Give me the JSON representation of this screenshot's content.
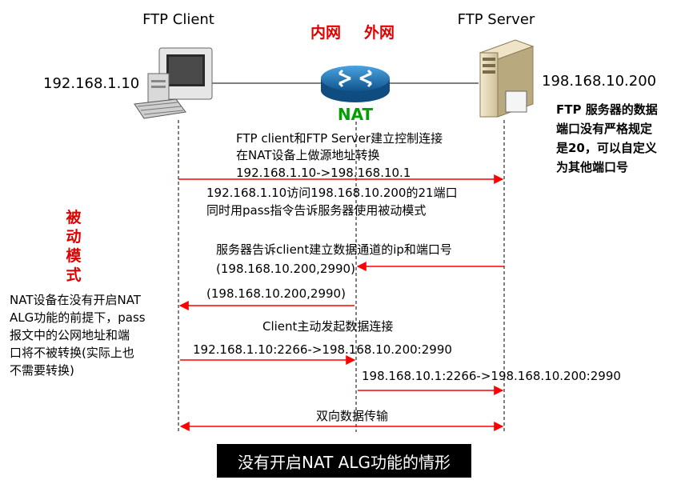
{
  "client": {
    "title": "FTP Client",
    "ip": "192.168.1.10"
  },
  "server": {
    "title": "FTP Server",
    "ip": "198.168.10.200",
    "note": [
      "FTP 服务器的数据",
      "端口没有严格规定",
      "是20，可以自定义",
      "为其他端口号"
    ]
  },
  "nat": {
    "inner_label": "内网",
    "outer_label": "外网",
    "label": "NAT"
  },
  "mode_label": [
    "被",
    "动",
    "模",
    "式"
  ],
  "nat_note": [
    "NAT设备在没有开启NAT",
    "ALG功能的前提下，pass",
    "报文中的公网地址和端",
    "口将不被转换(实际上也",
    "不需要转换)"
  ],
  "steps": {
    "control_conn": [
      "FTP client和FTP Server建立控制连接",
      "在NAT设备上做源地址转换",
      "192.168.1.10->198.168.10.1"
    ],
    "access": [
      "192.168.1.10访问198.168.10.200的21端口",
      "同时用pass指令告诉服务器使用被动模式"
    ],
    "server_tells": [
      "服务器告诉client建立数据通道的ip和端口号",
      "(198.168.10.200,2990)"
    ],
    "forwarded": "(198.168.10.200,2990)",
    "client_init": "Client主动发起数据连接",
    "data_inner": "192.168.1.10:2266->198.168.10.200:2990",
    "data_outer": "198.168.10.1:2266->198.168.10.200:2990",
    "bidirectional": "双向数据传输"
  },
  "caption": "没有开启NAT ALG功能的情形",
  "colors": {
    "arrow": "#ff0000",
    "label_red": "#e00000",
    "nat_green": "#00a000",
    "router_blue": "#1a6fb5"
  },
  "icons": {
    "client": "desktop-computer-icon",
    "router": "router-icon",
    "server": "server-tower-icon"
  }
}
